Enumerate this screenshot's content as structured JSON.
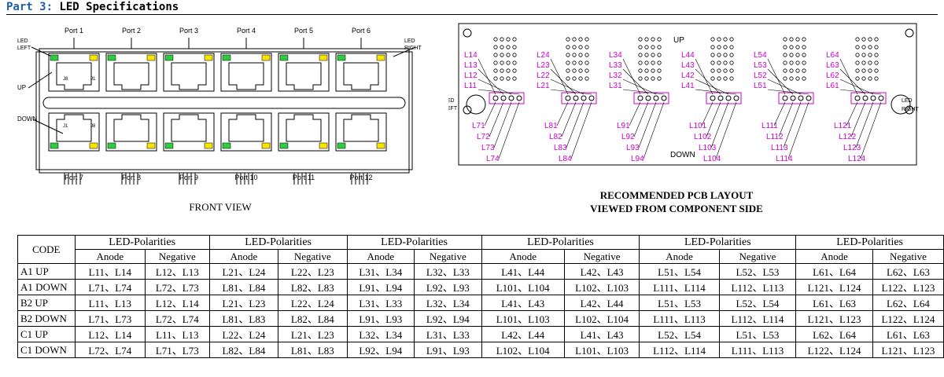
{
  "header": {
    "part": "Part 3:",
    "title": "LED Specifications"
  },
  "front_view": {
    "caption": "FRONT VIEW",
    "top_ports": [
      "Port 1",
      "Port 2",
      "Port 3",
      "Port 4",
      "Port 5",
      "Port 6"
    ],
    "bottom_ports": [
      "Port 7",
      "Port 8",
      "Port 9",
      "Port 10",
      "Port 11",
      "Port 12"
    ],
    "labels": {
      "led_left_1": "LED",
      "led_left_2": "LEFT",
      "led_right_1": "LED",
      "led_right_2": "RIGHT",
      "up": "UP",
      "down": "DOWN",
      "pin_j8": "J8",
      "pin_j1": "J1",
      "pin_j1b": "J1",
      "pin_j8b": "J8"
    },
    "led_colors": {
      "green": "#2ecc40",
      "yellow": "#f5e400"
    }
  },
  "pcb": {
    "caption_line1": "RECOMMENDED PCB LAYOUT",
    "caption_line2": "VIEWED FROM COMPONENT SIDE",
    "up_label": "UP",
    "down_label": "DOWN",
    "led_left_1": "LED",
    "led_left_2": "LEFT",
    "led_right_1": "LED",
    "led_right_2": "RIGHT",
    "label_color": "#cc00cc",
    "upper_groups": [
      [
        "L14",
        "L13",
        "L12",
        "L11"
      ],
      [
        "L24",
        "L23",
        "L22",
        "L21"
      ],
      [
        "L34",
        "L33",
        "L32",
        "L31"
      ],
      [
        "L44",
        "L43",
        "L42",
        "L41"
      ],
      [
        "L54",
        "L53",
        "L52",
        "L51"
      ],
      [
        "L64",
        "L63",
        "L62",
        "L61"
      ]
    ],
    "lower_groups": [
      [
        "L71",
        "L72",
        "L73",
        "L74"
      ],
      [
        "L81",
        "L82",
        "L83",
        "L84"
      ],
      [
        "L91",
        "L92",
        "L93",
        "L94"
      ],
      [
        "L101",
        "L102",
        "L103",
        "L104"
      ],
      [
        "L111",
        "L112",
        "L113",
        "L114"
      ],
      [
        "L121",
        "L122",
        "L123",
        "L124"
      ]
    ]
  },
  "table": {
    "code_header": "CODE",
    "group_header": "LED-Polarities",
    "anode": "Anode",
    "negative": "Negative",
    "rows": [
      {
        "code": "A1  UP",
        "cells": [
          "L11、L14",
          "L12、L13",
          "L21、L24",
          "L22、L23",
          "L31、L34",
          "L32、L33",
          "L41、L44",
          "L42、L43",
          "L51、L54",
          "L52、L53",
          "L61、L64",
          "L62、L63"
        ]
      },
      {
        "code": "A1  DOWN",
        "cells": [
          "L71、L74",
          "L72、L73",
          "L81、L84",
          "L82、L83",
          "L91、L94",
          "L92、L93",
          "L101、L104",
          "L102、L103",
          "L111、L114",
          "L112、L113",
          "L121、L124",
          "L122、L123"
        ]
      },
      {
        "code": "B2  UP",
        "cells": [
          "L11、L13",
          "L12、L14",
          "L21、L23",
          "L22、L24",
          "L31、L33",
          "L32、L34",
          "L41、L43",
          "L42、L44",
          "L51、L53",
          "L52、L54",
          "L61、L63",
          "L62、L64"
        ]
      },
      {
        "code": "B2  DOWN",
        "cells": [
          "L71、L73",
          "L72、L74",
          "L81、L83",
          "L82、L84",
          "L91、L93",
          "L92、L94",
          "L101、L103",
          "L102、L104",
          "L111、L113",
          "L112、L114",
          "L121、L123",
          "L122、L124"
        ]
      },
      {
        "code": "C1  UP",
        "cells": [
          "L12、L14",
          "L11、L13",
          "L22、L24",
          "L21、L23",
          "L32、L34",
          "L31、L33",
          "L42、L44",
          "L41、L43",
          "L52、L54",
          "L51、L53",
          "L62、L64",
          "L61、L63"
        ]
      },
      {
        "code": "C1  DOWN",
        "cells": [
          "L72、L74",
          "L71、L73",
          "L82、L84",
          "L81、L83",
          "L92、L94",
          "L91、L93",
          "L102、L104",
          "L101、L103",
          "L112、L114",
          "L111、L113",
          "L122、L124",
          "L121、L123"
        ]
      }
    ]
  }
}
